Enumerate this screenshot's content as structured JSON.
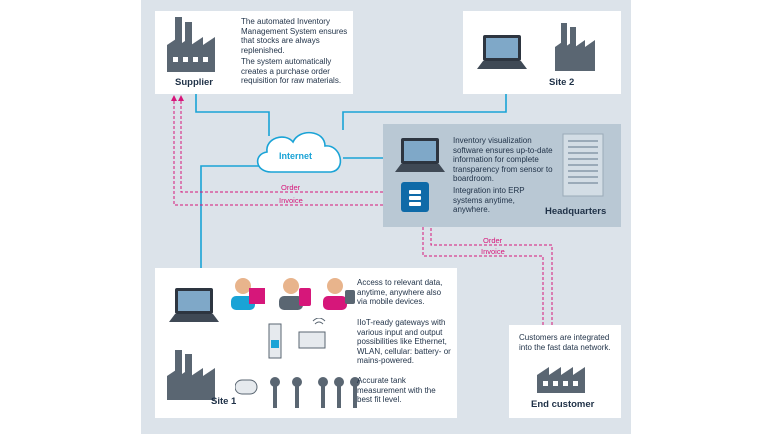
{
  "supplier": {
    "label": "Supplier",
    "text1": "The automated Inventory Management System ensures that stocks are always replenished.",
    "text2": "The system automatically creates a purchase order requisition for raw materials."
  },
  "site2": {
    "label": "Site 2"
  },
  "internet": {
    "label": "Internet"
  },
  "headquarters": {
    "label": "Headquarters",
    "text1": "Inventory visualization software ensures up-to-date information for complete transparency from sensor to boardroom.",
    "text2": "Integration into ERP systems anytime, anywhere."
  },
  "site1": {
    "label": "Site 1",
    "text1": "Access to relevant data, anytime, anywhere also via mobile devices.",
    "text2": "IIoT-ready gateways with various input and output possibilities like Ethernet, WLAN, cellular: battery- or mains-powered.",
    "text3": "Accurate tank measurement with the best fit level."
  },
  "end_customer": {
    "label": "End customer",
    "text1": "Customers are integrated into the fast data network."
  },
  "flows": {
    "order_top": "Order",
    "invoice_top": "Invoice",
    "order_bottom": "Order",
    "invoice_bottom": "Invoice"
  },
  "colors": {
    "network_line": "#1aa3d6",
    "flow_line": "#d6177a",
    "hq_panel": "#b9c8d4",
    "background": "#dce3ea"
  }
}
